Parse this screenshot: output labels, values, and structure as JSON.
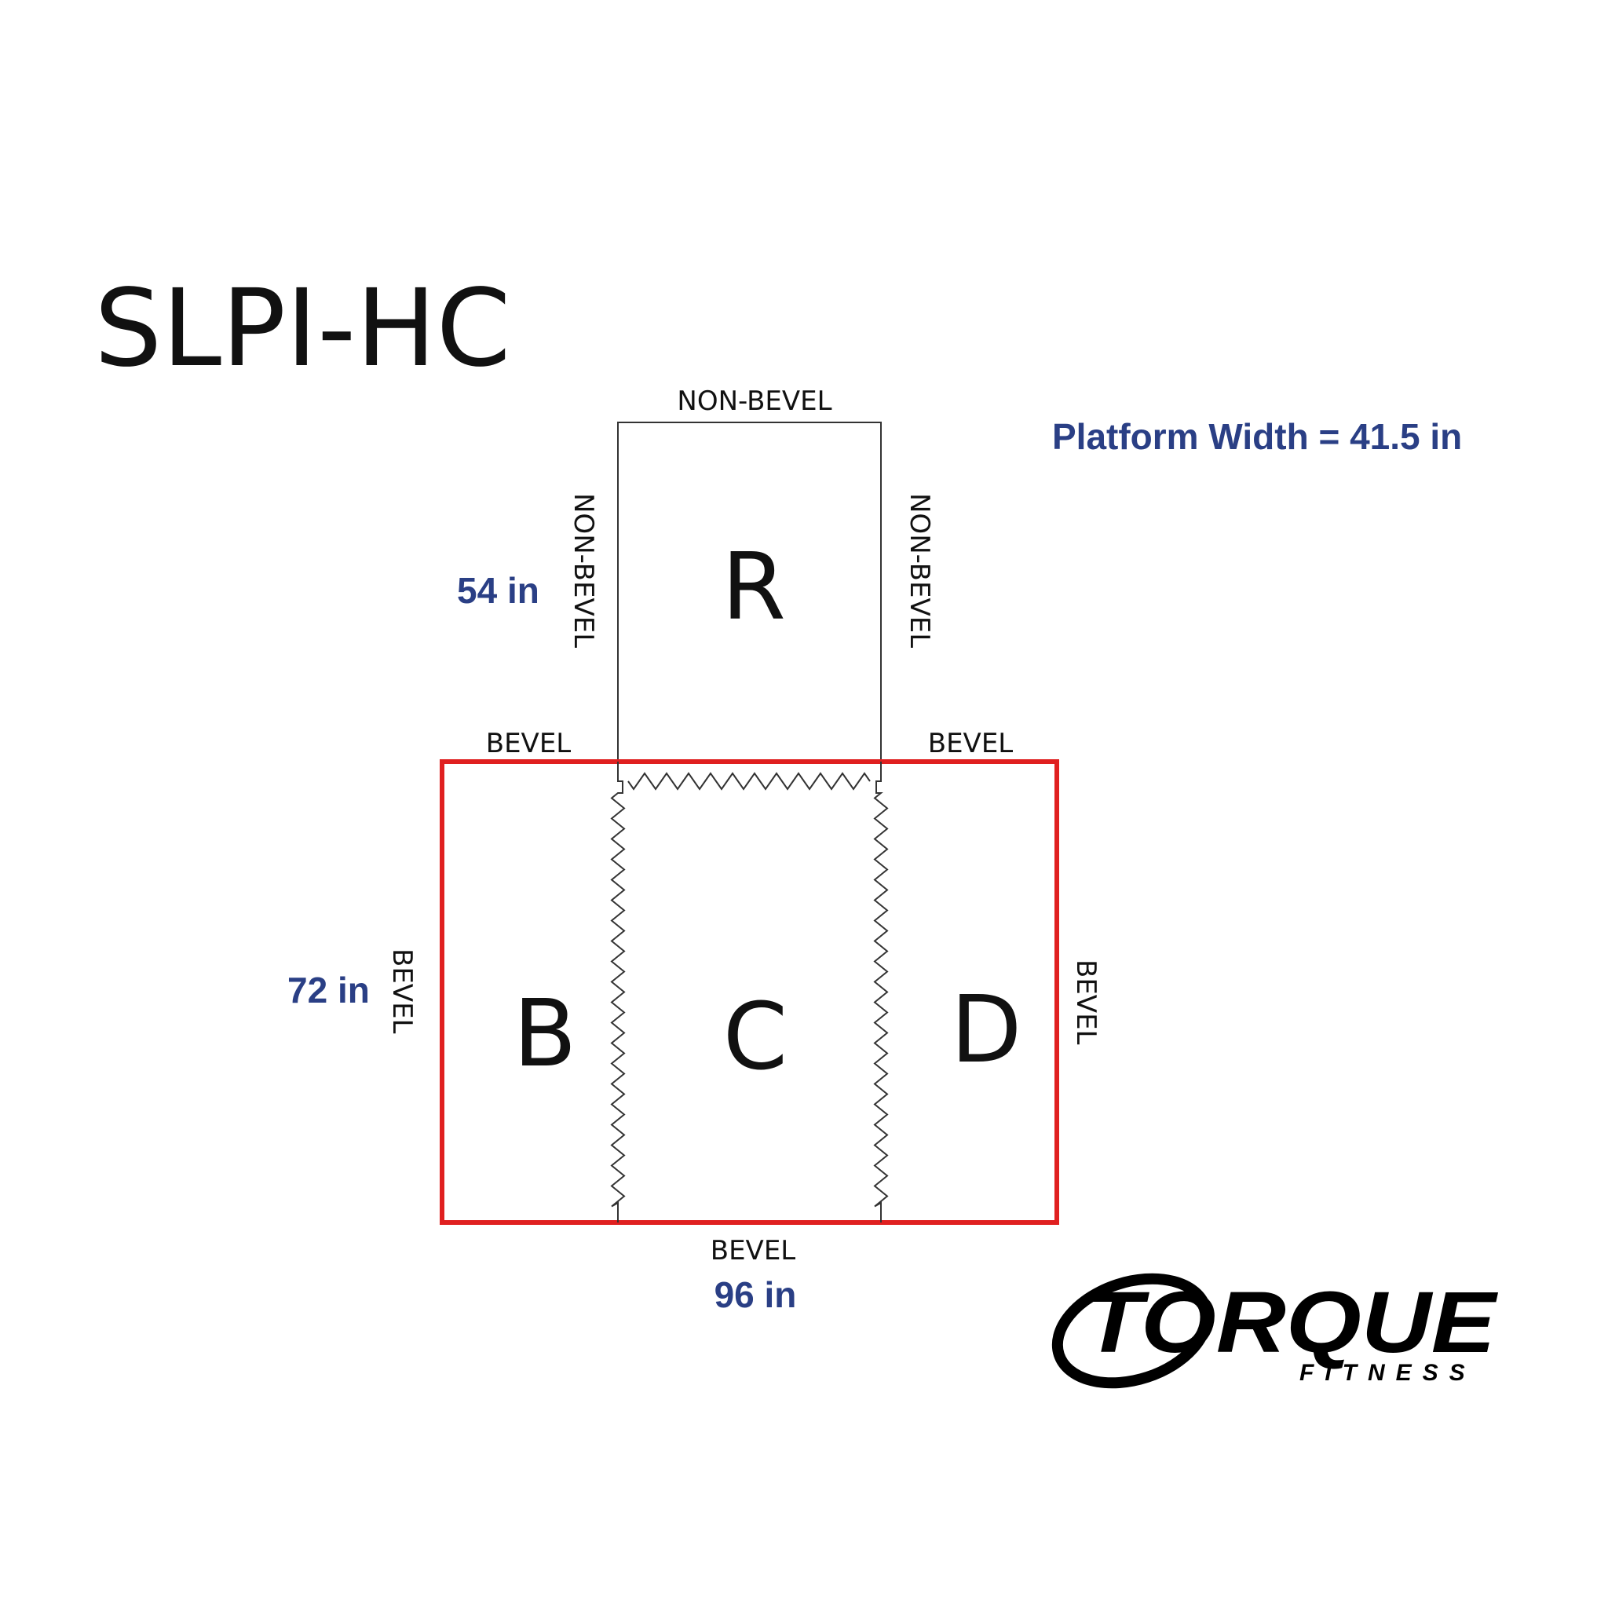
{
  "title": "SLPI-HC",
  "platform_width": "Platform Width = 41.5 in",
  "dimensions": {
    "r_height": "54 in",
    "b_height": "72 in",
    "total_width": "96 in"
  },
  "edges": {
    "r_top": "NON-BEVEL",
    "r_left": "NON-BEVEL",
    "r_right": "NON-BEVEL",
    "top_left": "BEVEL",
    "top_right": "BEVEL",
    "left": "BEVEL",
    "right": "BEVEL",
    "bottom": "BEVEL"
  },
  "sections": {
    "r": "R",
    "b": "B",
    "c": "C",
    "d": "D"
  },
  "brand": {
    "name": "TORQUE",
    "sub": "FITNESS"
  },
  "colors": {
    "outline_red": "#e02020",
    "dimension_blue": "#2a3f85",
    "line": "#333333"
  }
}
